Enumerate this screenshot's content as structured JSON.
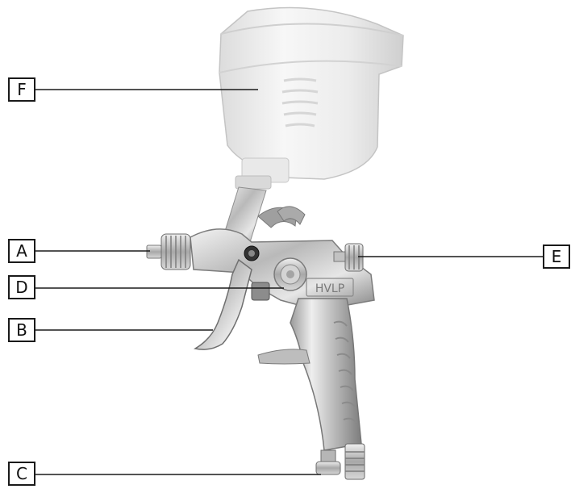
{
  "labels": {
    "F": "F",
    "A": "A",
    "D": "D",
    "B": "B",
    "C": "C",
    "E": "E"
  },
  "gun_marking": "HVLP",
  "parts": {
    "cup": "paint-cup",
    "nozzle": "air-cap",
    "trigger": "trigger",
    "air_inlet": "air-inlet-fitting",
    "fluid_knob": "fluid-adjust-knob",
    "pattern_knob": "pattern-adjust-knob",
    "air_regulator": "air-regulator-knob"
  }
}
